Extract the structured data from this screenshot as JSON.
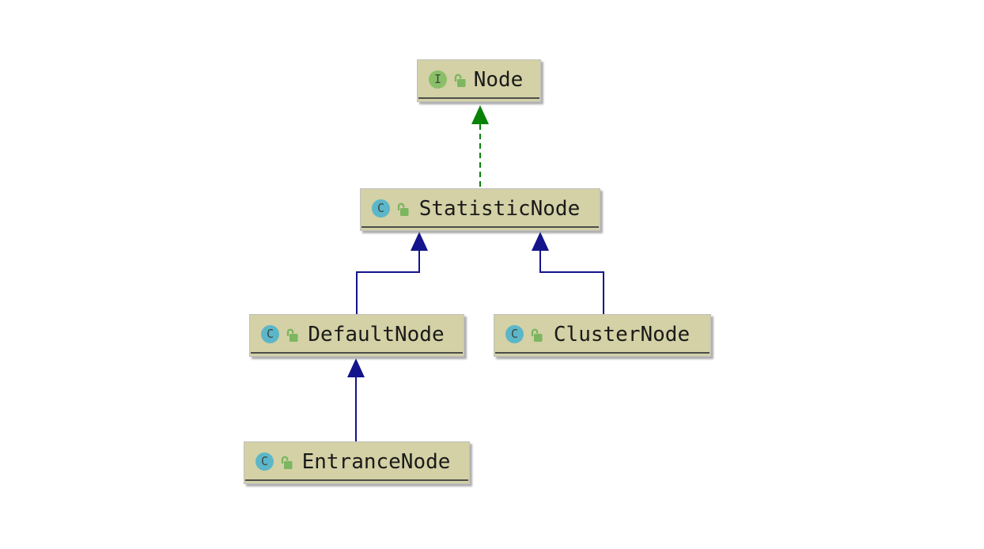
{
  "diagram": {
    "kind": "uml-class-hierarchy",
    "nodes": [
      {
        "id": "node",
        "label": "Node",
        "stereotype": "interface",
        "badge_letter": "I",
        "visibility_icon": "open-lock"
      },
      {
        "id": "statisticnode",
        "label": "StatisticNode",
        "stereotype": "class",
        "badge_letter": "C",
        "visibility_icon": "open-lock"
      },
      {
        "id": "defaultnode",
        "label": "DefaultNode",
        "stereotype": "class",
        "badge_letter": "C",
        "visibility_icon": "open-lock"
      },
      {
        "id": "clusternode",
        "label": "ClusterNode",
        "stereotype": "class",
        "badge_letter": "C",
        "visibility_icon": "open-lock"
      },
      {
        "id": "entrancenode",
        "label": "EntranceNode",
        "stereotype": "class",
        "badge_letter": "C",
        "visibility_icon": "open-lock"
      }
    ],
    "edges": [
      {
        "from": "StatisticNode",
        "to": "Node",
        "type": "implements",
        "line": "dashed",
        "color": "#078207"
      },
      {
        "from": "DefaultNode",
        "to": "StatisticNode",
        "type": "extends",
        "line": "solid",
        "color": "#14148c"
      },
      {
        "from": "ClusterNode",
        "to": "StatisticNode",
        "type": "extends",
        "line": "solid",
        "color": "#14148c"
      },
      {
        "from": "EntranceNode",
        "to": "DefaultNode",
        "type": "extends",
        "line": "solid",
        "color": "#14148c"
      }
    ],
    "colors": {
      "canvas": "#ffffff",
      "node_fill": "#d3d1a5",
      "node_border": "#c0c0c0",
      "node_separator": "#4d4d4d",
      "label_text": "#1a1a1a",
      "implements_edge": "#078207",
      "extends_edge": "#14148c",
      "interface_badge": "#8abf68",
      "class_badge": "#5cb6c9",
      "lock_icon": "#7cb661"
    }
  }
}
